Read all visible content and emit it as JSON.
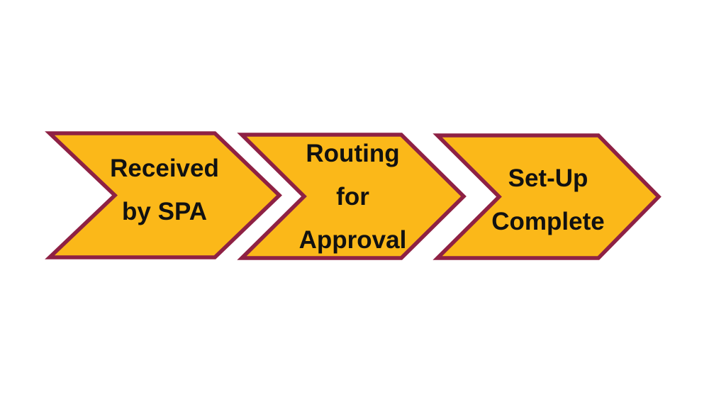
{
  "diagram": {
    "type": "process-flow",
    "direction": "left-to-right",
    "colors": {
      "step_fill": "#FBB819",
      "step_border": "#8E2144",
      "step_text": "#111111",
      "background": "#FFFFFF"
    },
    "steps": [
      {
        "id": 1,
        "label": "Received by SPA",
        "lines": [
          "Received",
          "by SPA"
        ]
      },
      {
        "id": 2,
        "label": "Routing for Approval",
        "lines": [
          "Routing",
          "for",
          "Approval"
        ]
      },
      {
        "id": 3,
        "label": "Set-Up Complete",
        "lines": [
          "Set-Up",
          "Complete"
        ]
      }
    ]
  }
}
